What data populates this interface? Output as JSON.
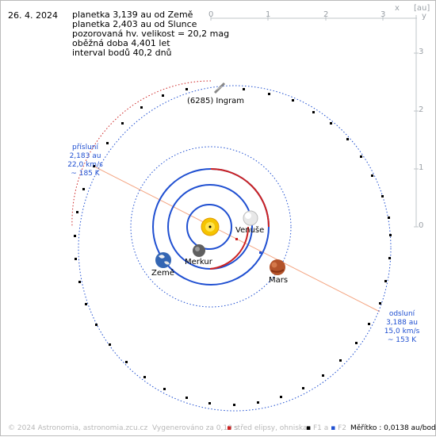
{
  "header": {
    "date": "26. 4. 2024",
    "info_lines": [
      "planetka 3,139 au od Země",
      "planetka 2,403 au od Slunce",
      "pozorovaná hv. velikost = 20,2 mag",
      "oběžná doba 4,401 let",
      "interval bodů 40,2 dnů"
    ]
  },
  "axes": {
    "x_ticks": [
      "0",
      "1",
      "2",
      "3"
    ],
    "x_label": "x",
    "unit": "[au]",
    "y_ticks": [
      "3",
      "2",
      "1",
      "0"
    ],
    "y_label": "y"
  },
  "asteroid": {
    "name": "(6285) Ingram"
  },
  "perihelion": {
    "lines": [
      "přísluní",
      "2,183 au",
      "22,0 km/s",
      "~ 185 K"
    ]
  },
  "aphelion": {
    "lines": [
      "odsluní",
      "3,188 au",
      "15,0 km/s",
      "~ 153 K"
    ]
  },
  "planets": {
    "venus": "Venuše",
    "mercury": "Merkur",
    "earth": "Země",
    "mars": "Mars"
  },
  "footer": {
    "copyright": "© 2024 Astronomia, astronomia.zcu.cz",
    "generated": "Vygenerováno za 0,10 s",
    "legend_center": "střed elipsy, ohniska",
    "legend_f1": "F1 a",
    "legend_f2": "F2",
    "scale": "Měřítko : 0,0138 au/bod"
  },
  "colors": {
    "asteroid_orbit": "#cc2222",
    "asteroid_orbit_far": "#1f4fd1",
    "inner_orbits": "#1f4fd1",
    "apsis_line": "#f4a582",
    "axes": "#9aa0a6",
    "sun": "#f5c400"
  }
}
